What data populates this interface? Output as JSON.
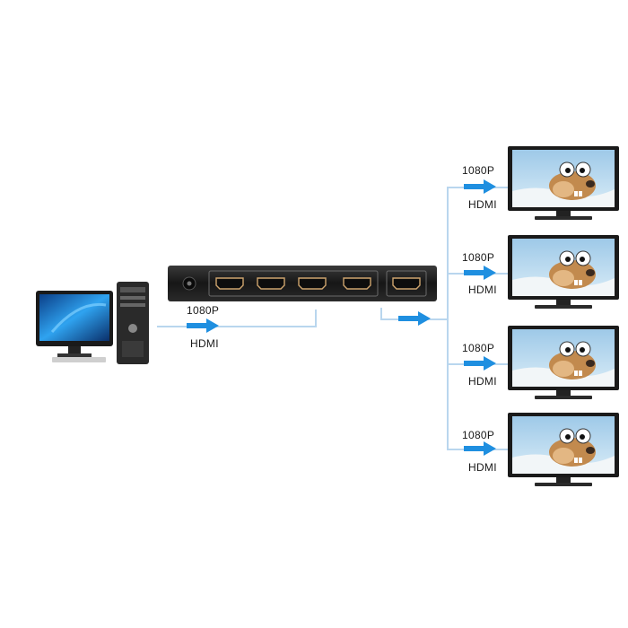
{
  "colors": {
    "arrow": "#1f8fe0",
    "line": "#b9d6ee",
    "device_body": "#1b1b1b",
    "port": "#cfa56e"
  },
  "source": {
    "device_icon": "desktop-computer-icon",
    "resolution_label": "1080P",
    "interface_label": "HDMI"
  },
  "splitter": {
    "device_icon": "hdmi-splitter-icon",
    "output_port_count": 4
  },
  "outputs": [
    {
      "resolution_label": "1080P",
      "interface_label": "HDMI",
      "display_icon": "tv-monitor-icon"
    },
    {
      "resolution_label": "1080P",
      "interface_label": "HDMI",
      "display_icon": "tv-monitor-icon"
    },
    {
      "resolution_label": "1080P",
      "interface_label": "HDMI",
      "display_icon": "tv-monitor-icon"
    },
    {
      "resolution_label": "1080P",
      "interface_label": "HDMI",
      "display_icon": "tv-monitor-icon"
    }
  ]
}
